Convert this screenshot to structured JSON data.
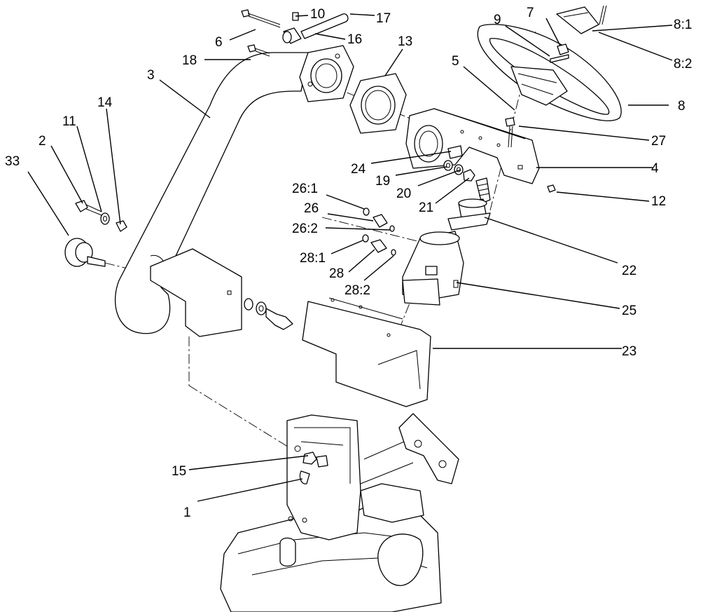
{
  "callouts": {
    "c1": "1",
    "c2": "2",
    "c3": "3",
    "c4": "4",
    "c5": "5",
    "c6": "6",
    "c7": "7",
    "c8": "8",
    "c8_1": "8:1",
    "c8_2": "8:2",
    "c9": "9",
    "c10": "10",
    "c11": "11",
    "c12": "12",
    "c13": "13",
    "c14": "14",
    "c15": "15",
    "c16": "16",
    "c17": "17",
    "c18": "18",
    "c19": "19",
    "c20": "20",
    "c21": "21",
    "c22": "22",
    "c23": "23",
    "c24": "24",
    "c25": "25",
    "c26": "26",
    "c26_1": "26:1",
    "c26_2": "26:2",
    "c27": "27",
    "c28": "28",
    "c28_1": "28:1",
    "c28_2": "28:2",
    "c33": "33"
  }
}
